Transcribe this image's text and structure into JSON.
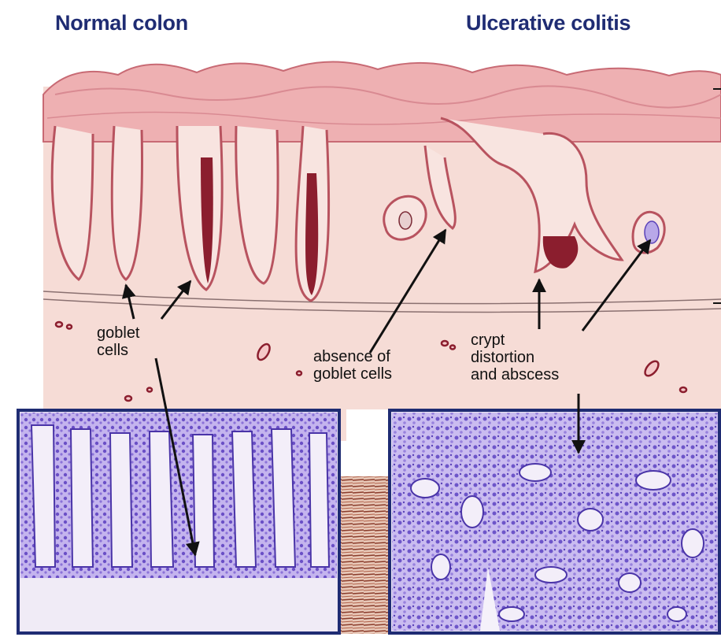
{
  "headings": {
    "normal": "Normal colon",
    "ulcerative": "Ulcerative colitis"
  },
  "labels": {
    "goblet_line1": "goblet",
    "goblet_line2": "cells",
    "absence_line1": "absence of",
    "absence_line2": "goblet cells",
    "crypt_line1": "crypt",
    "crypt_line2": "distortion",
    "crypt_line3": "and abscess"
  },
  "colors": {
    "heading": "#1f2c73",
    "tissue": "#f6dcd6",
    "surface": "#e9a3a6",
    "crypt_outline": "#b8535f",
    "histology_frame": "#1f2c73",
    "histology_stain": "#8f7ad6"
  }
}
